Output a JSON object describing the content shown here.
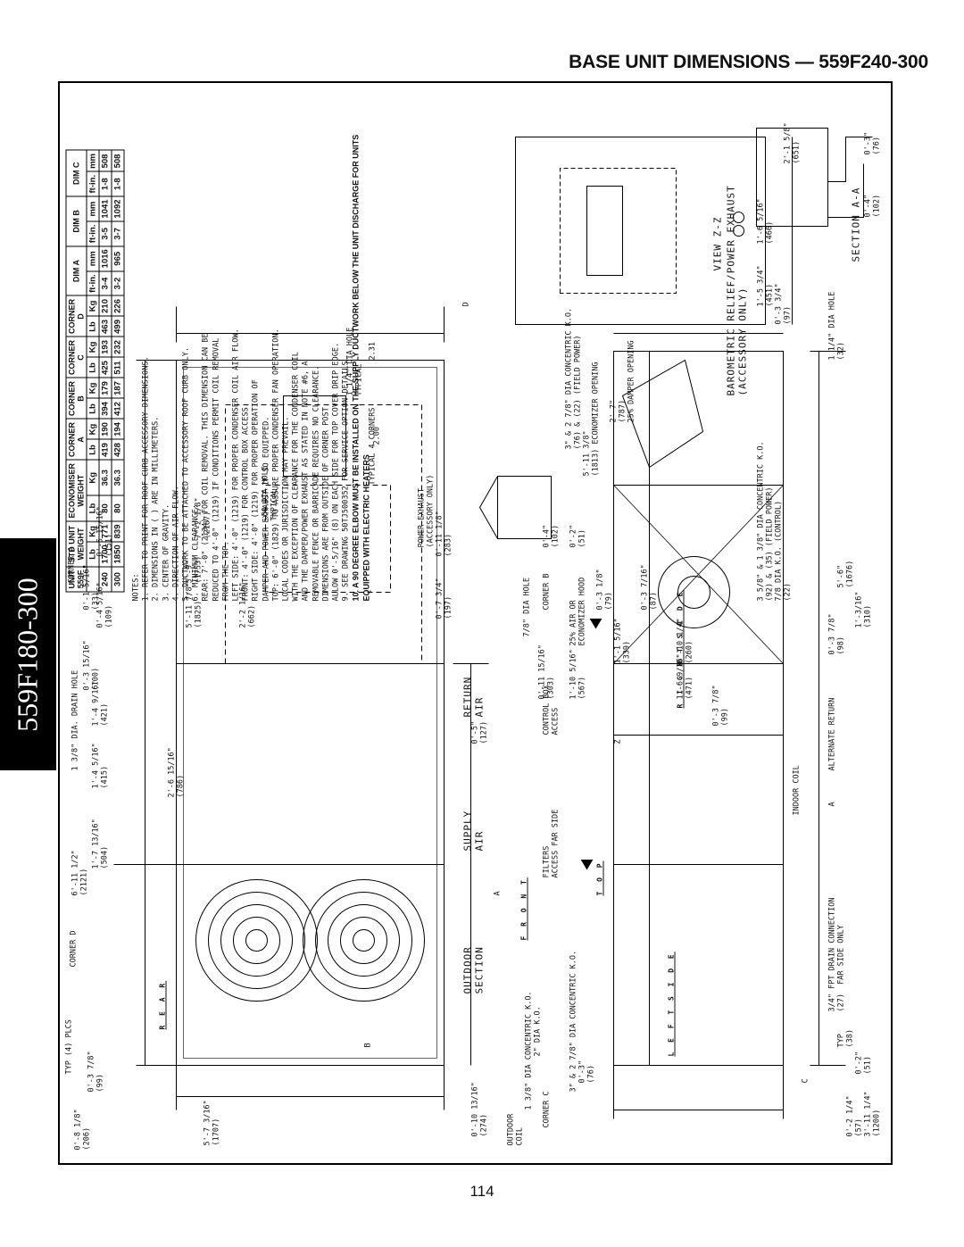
{
  "header": {
    "title": "BASE UNIT DIMENSIONS — 559F240-300"
  },
  "side_tab": {
    "label": "559F180-300"
  },
  "footer": {
    "page_number": "114"
  },
  "table": {
    "headers": [
      "UNIT\n559F",
      "STD UNIT\nWEIGHT",
      "ECONOMISER\nWEIGHT",
      "CORNER\nA",
      "CORNER\nB",
      "CORNER\nC",
      "CORNER\nD",
      "DIM A",
      "DIM B",
      "DIM C"
    ],
    "subheaders": [
      "",
      "Lb",
      "Kg",
      "Lb",
      "Kg",
      "Lb",
      "Kg",
      "Lb",
      "Kg",
      "Lb",
      "Kg",
      "Lb",
      "Kg",
      "ft-in.",
      "mm",
      "ft-in.",
      "mm",
      "ft-in.",
      "mm"
    ],
    "rows": [
      [
        "240",
        "1700",
        "771",
        "80",
        "36.3",
        "419",
        "190",
        "394",
        "179",
        "425",
        "193",
        "463",
        "210",
        "3-4",
        "1016",
        "3-5",
        "1041",
        "1-8",
        "508"
      ],
      [
        "300",
        "1850",
        "839",
        "80",
        "36.3",
        "428",
        "194",
        "412",
        "187",
        "511",
        "232",
        "499",
        "226",
        "3-2",
        "965",
        "3-7",
        "1092",
        "1-8",
        "508"
      ]
    ]
  },
  "notes": {
    "header": "NOTES:",
    "items": [
      "1.  REFER TO PRINT FOR ROOF CURB ACCESSORY DIMENSIONS.",
      "2.  DIMENSIONS IN ( ) ARE IN MILLIMETERS.",
      "3.      CENTER OF GRAVITY.",
      "4.      DIRECTION OF AIR FLOW.",
      "5.  DUCTWORK TO BE ATTACHED TO ACCESSORY ROOF CURB ONLY.",
      "6.  MINIMUM CLEARANCE:",
      "     REAR: 7'-0\" (2134) FOR COIL REMOVAL.  THIS DIMENSION CAN BE",
      "     REDUCED TO 4'-0\" (1219) IF CONDITIONS PERMIT COIL REMOVAL",
      "     FROM THE TOP.",
      "     LEFT SIDE: 4'-0\" (1219) FOR PROPER CONDENSER COIL AIR FLOW.",
      "     FRONT: 4'-0\" (1219) FOR CONTROL BOX ACCESS.",
      "     RIGHT SIDE: 4'-0\" (1219) FOR PROPER OPERATION OF",
      "     DAMPER AND POWER EXHAUST IF SO EQUIPPED.",
      "     TOP: 6'-0\" (1829) TO ASSURE PROPER CONDENSER FAN OPERATION.",
      "     LOCAL CODES OR JURISDICTION MAY PREVAIL.",
      "     WITH THE EXCEPTION OF CLEARANCE FOR THE CONDENSER COIL",
      "     AND THE DAMPER/POWER EXHAUST AS STATED IN NOTE #6, A",
      "     REMOVABLE FENCE OR BARRICADE REQUIRES NO CLEARANCE.",
      "     DIMENSIONS ARE FROM OUTSIDE OF CORNER POST.",
      "     ALLOW 0'-5/16\" (8) ON EACH SIDE FOR TOP COVER DRIP EDGE.",
      "9.  SEE DRAWING 50TJ500352 FOR SERVICE OPTION DETAILS."
    ],
    "note10": "10. A 90 DEGREE ELBOW MUST BE INSTALLED ON THE SUPPLY DUCTWORK BELOW THE UNIT DISCHARGE FOR UNITS EQUIPPED WITH ELECTRIC HEATERS"
  },
  "drawing_labels": {
    "outdoor_section": "OUTDOOR\nSECTION",
    "supply_air": "SUPPLY\nAIR",
    "return_air": "RETURN\nAIR",
    "rear": "R E A R",
    "front": "F R O N T",
    "top": "T O P",
    "left_side": "L E F T  S I D E",
    "right_side": "R I G H T  S I D E",
    "corner_a": "CORNER A",
    "corner_b": "CORNER B",
    "corner_c": "CORNER C",
    "corner_d": "CORNER D",
    "outdoor_coil": "OUTDOOR\nCOIL",
    "indoor_coil": "INDOOR COIL",
    "filters": "FILTERS\nACCESS FAR SIDE",
    "control_box": "CONTROL BOX\nACCESS",
    "economizer_hood": "25% AIR OR\nECONOMIZER HOOD",
    "alternate_return": "ALTERNATE RETURN",
    "drain_connection": "3/4\" FPT DRAIN CONNECTION\n(27)  FAR SIDE ONLY",
    "power_exhaust": "POWER EXHAUST\n(ACCESSORY ONLY)",
    "typical_4_corners": "TYPICAL 4 CORNERS",
    "dia_hole_50": ".50 DIA HOLE\nTYPICAL",
    "dia_hole_114": "1 1/4\" DIA HOLE\nTYPICAL",
    "dim_231": "2.31",
    "dim_200": "2.00",
    "drain_hole": "1 3/8\" DIA. DRAIN HOLE",
    "ko_78": "7/8\" DIA HOLE",
    "ko_2": "2\" DIA K.O.",
    "ko_138": "1 3/8\" DIA CONCENTRIC K.O.",
    "ko_378": "3\" & 2 7/8\" DIA CONCENTRIC K.O.",
    "economizer_opening": "5'-11 3/8\"\n(1813) ECONOMIZER OPENING",
    "damper_opening": "2'-7\"\n(787)\n25% DAMPER OPENING",
    "field_power": "3\" & 2 7/8\" DIA CONCENTRIC K.O.\n(76) & (22) (FIELD POWER)",
    "control_ko": "3 5/8\" & 1 3/8\" DIA CONCENTRIC K.O.\n(92) & (35) (FIELD POWER)\n7/8 DIA K.O. (CONTROL)\n(22)",
    "view_zz": "VIEW Z-Z",
    "barometric": "BAROMETRIC RELIEF/POWER EXHAUST\n(ACCESSORY ONLY)",
    "section_aa": "SECTION A-A",
    "dia_hole_114b": "1 1/4\" DIA HOLE\n(32)",
    "d_5_6": "5'-6\"\n(1676)",
    "d_2_158": "2'-1 5/8\"\n(651)",
    "d_1_6516": "1'-6 5/16\"\n(466)",
    "d_0_3": "0'-3\"\n(76)",
    "d_0_4": "0'-4\"\n(102)",
    "d_1_534": "1'-5 3/4\"\n(451)",
    "d_0_334": "0'-3 3/4\"\n(97)",
    "d_0_515": "0'-5 15/16\"\n(151)",
    "d_0_4516": "0'-4 5/16\"\n(109)",
    "d_0_1516": "0'-1 5/16\"\n(33)",
    "d_7_218": "7'-2 1/8\"\n(2187)",
    "d_5_9": "5'-9\"\n(1753)",
    "d_5_1178": "5'-11 7/8\"\n(1825)",
    "d_2_2116": "2'-2 1/16\"\n(662)",
    "d_0_1178": "0'-11 1/8\"\n(283)",
    "d_0_734": "0'-7 3/4\"\n(197)",
    "d_0_3_1516": "0'-3 15/16\"\n(100)",
    "d_2_61516": "2'-6 15/16\"\n(786)",
    "d_1_4916": "1'-4 9/16\"\n(421)",
    "d_1_4516": "1'-4 5/16\"\n(415)",
    "d_6_1112": "6'-11 1/2\"\n(2121)",
    "d_1_71316": "1'-7 13/16\"\n(504)",
    "d_0_378": "0'-3 7/8\"\n(99)",
    "d_0_818": "0'-8 1/8\"\n(206)",
    "d_5_7316": "5'-7 3/16\"\n(1707)",
    "d_0_101316": "0'-10 13/16\"\n(274)",
    "d_0_5": "0'-5\"\n(127)",
    "d_0_1115": "0'-11 15/16\"\n(303)",
    "d_1_10516": "1'-10 5/16\"\n(567)",
    "d_0_4b": "0'-4\"\n(102)",
    "d_0_2": "0'-2\"\n(51)",
    "d_0_318": "0'-3 1/8\"\n(79)",
    "d_1_11516": "1'-1 5/16\"\n(339)",
    "d_0_3716": "0'-3 7/16\"\n(87)",
    "d_0_1014": "0'-10 1/4\"\n(260)",
    "d_1_6916": "1'-6 9/16\"\n(471)",
    "d_0_378b": "0'-3 7/8\"\n(99)",
    "d_0_378c": "0'-3 7/8\"\n(98)",
    "d_1_3716": "1'-3/16\"\n(310)",
    "d_3_1114": "3'-11 1/4\"\n(1200)",
    "d_0_214": "0'-2 1/4\"\n(57)",
    "d_0_3b": "0'-3\"\n(76)",
    "d_0_2b": "0'-2\"\n(51)",
    "d_typ": "TYP\n(38)",
    "typ_plcs": "TYP (4) PLCS",
    "dim_a": "A",
    "dim_b": "B",
    "dim_c": "C",
    "dim_d": "D",
    "z_mark": "Z",
    "a_mark": "A"
  }
}
